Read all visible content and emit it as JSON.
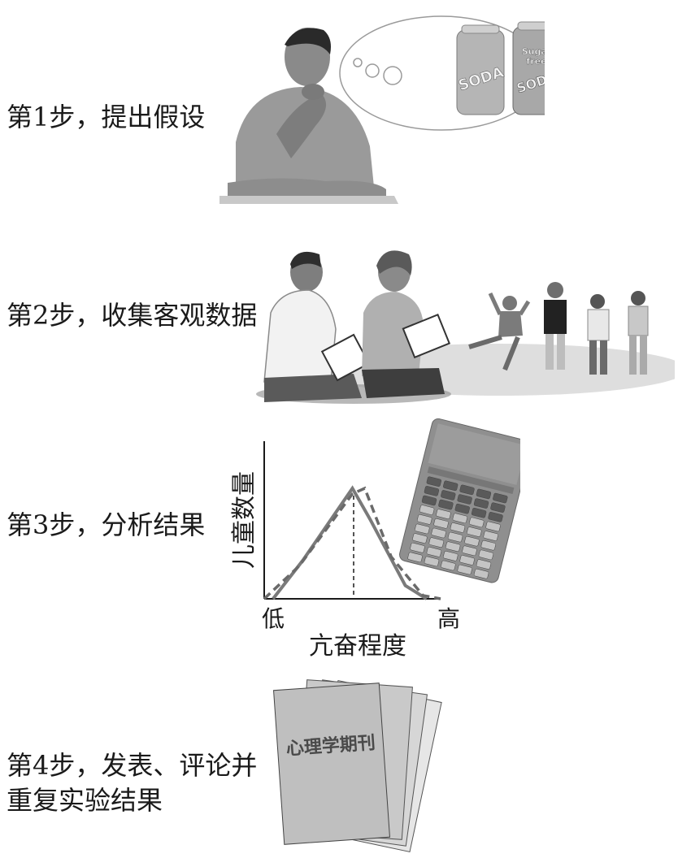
{
  "steps": [
    {
      "label": "第1步，提出假设"
    },
    {
      "label": "第2步，收集客观数据"
    },
    {
      "label": "第3步，分析结果"
    },
    {
      "label_line1": "第4步，发表、评论并",
      "label_line2": "重复实验结果"
    }
  ],
  "step1": {
    "can1_text": "SODA",
    "can2_text_top": "Sugar",
    "can2_text_mid": "free",
    "can2_text_bottom": "SODA"
  },
  "step3": {
    "ylabel": "儿童数量",
    "xlabel": "亢奋程度",
    "x_low": "低",
    "x_high": "高"
  },
  "step4": {
    "journal_title": "心理学期刊"
  },
  "chart_data": {
    "type": "line",
    "title": "",
    "xlabel": "亢奋程度",
    "ylabel": "儿童数量",
    "x_tick_labels": [
      "低",
      "高"
    ],
    "x": [
      0,
      0.5,
      1
    ],
    "series": [
      {
        "values": [
          0,
          1,
          0
        ]
      },
      {
        "values": [
          0,
          1,
          0
        ]
      }
    ]
  }
}
